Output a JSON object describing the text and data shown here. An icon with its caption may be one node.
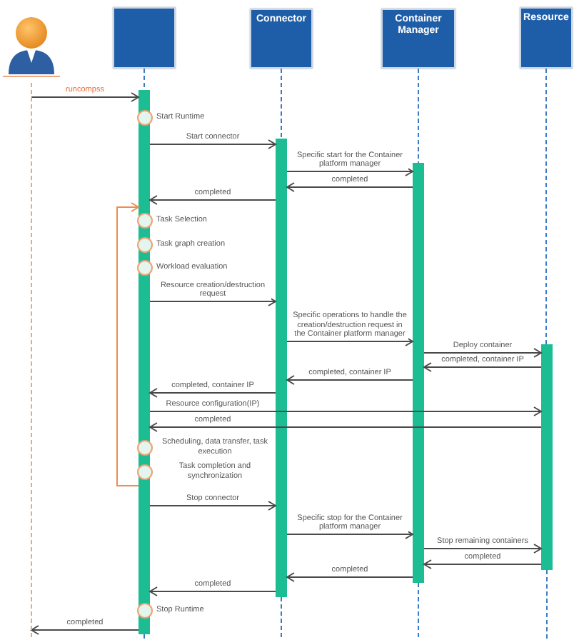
{
  "diagram": {
    "nodes": [
      {
        "text": [],
        "shape": "person"
      },
      {
        "text": [],
        "shape": "box"
      },
      {
        "text": [
          "Connector"
        ]
      },
      {
        "text": [
          "Container Manager"
        ]
      },
      {
        "text": [
          "Resource"
        ]
      },
      {
        "text": [],
        "shape": "bar"
      },
      {
        "text": [],
        "shape": "bar"
      },
      {
        "text": [],
        "shape": "bar"
      },
      {
        "text": [],
        "shape": "bar"
      },
      {
        "text": [],
        "shape": "circle",
        "beside": [
          "Start Runtime"
        ]
      },
      {
        "text": [],
        "shape": "circle",
        "beside": [
          "Task Selection"
        ]
      },
      {
        "text": [],
        "shape": "circle",
        "beside": [
          "Task graph creation"
        ]
      },
      {
        "text": [],
        "shape": "circle",
        "beside": [
          "Workload evaluation"
        ]
      },
      {
        "text": [],
        "shape": "circle",
        "beside": [
          "Scheduling, data transfer, task execution"
        ]
      },
      {
        "text": [],
        "shape": "circle",
        "beside": [
          "Task completion and synchronization"
        ]
      },
      {
        "text": [],
        "shape": "circle",
        "beside": [
          "Stop Runtime"
        ]
      }
    ],
    "edges": [
      {
        "from": null,
        "to": 5,
        "arrow": "to",
        "label": "runcompss"
      },
      {
        "from": 5,
        "to": 6,
        "arrow": "to",
        "label": "Start connector"
      },
      {
        "from": 6,
        "to": 7,
        "arrow": "to",
        "label": "Specific start for the Container platform manager"
      },
      {
        "from": 7,
        "to": 6,
        "arrow": "to",
        "label": "completed"
      },
      {
        "from": 6,
        "to": 5,
        "arrow": "to",
        "label": "completed"
      },
      {
        "from": 5,
        "to": 5,
        "arrow": "to",
        "color": "#f08c4e"
      },
      {
        "from": 5,
        "to": 6,
        "arrow": "to",
        "label": "Resource creation/destruction request"
      },
      {
        "from": 6,
        "to": 7,
        "arrow": "to",
        "label": "Specific operations to handle the creation/destruction request in the Container platform manager"
      },
      {
        "from": 7,
        "to": 8,
        "arrow": "to",
        "label": "Deploy container"
      },
      {
        "from": 8,
        "to": 7,
        "arrow": "to",
        "label": "completed, container IP"
      },
      {
        "from": 7,
        "to": 6,
        "arrow": "to",
        "label": "completed, container IP"
      },
      {
        "from": 6,
        "to": 5,
        "arrow": "to",
        "label": "completed, container IP"
      },
      {
        "from": 5,
        "to": 8,
        "arrow": "to",
        "label": "Resource configuration(IP)"
      },
      {
        "from": 8,
        "to": 5,
        "arrow": "to",
        "label": "completed"
      },
      {
        "from": 5,
        "to": 6,
        "arrow": "to",
        "label": "Stop connector"
      },
      {
        "from": 6,
        "to": 7,
        "arrow": "to",
        "label": "Specific stop for the Container platform manager"
      },
      {
        "from": 7,
        "to": 8,
        "arrow": "to",
        "label": "Stop remaining containers"
      },
      {
        "from": 8,
        "to": 7,
        "arrow": "to",
        "label": "completed"
      },
      {
        "from": 7,
        "to": 6,
        "arrow": "to",
        "label": "completed"
      },
      {
        "from": 6,
        "to": 5,
        "arrow": "to",
        "label": "completed"
      },
      {
        "from": 5,
        "to": null,
        "arrow": "to",
        "label": "completed"
      },
      {
        "from": 0,
        "to": null,
        "arrow": "none",
        "style": "dashed",
        "color": "#f3a47a"
      },
      {
        "from": 1,
        "to": 5,
        "arrow": "none",
        "style": "dashed",
        "color": "#3d7cc4"
      },
      {
        "from": 5,
        "to": null,
        "arrow": "none",
        "style": "dashed",
        "color": "#3d7cc4"
      },
      {
        "from": 2,
        "to": 6,
        "arrow": "none",
        "style": "dashed",
        "color": "#3d7cc4"
      },
      {
        "from": 6,
        "to": null,
        "arrow": "none",
        "style": "dashed",
        "color": "#3d7cc4"
      },
      {
        "from": 3,
        "to": 7,
        "arrow": "none",
        "style": "dashed",
        "color": "#3d7cc4"
      },
      {
        "from": 7,
        "to": null,
        "arrow": "none",
        "style": "dashed",
        "color": "#3d7cc4"
      },
      {
        "from": 4,
        "to": 8,
        "arrow": "none",
        "style": "dashed",
        "color": "#3d7cc4"
      },
      {
        "from": 8,
        "to": null,
        "arrow": "none",
        "style": "dashed",
        "color": "#3d7cc4"
      }
    ]
  }
}
